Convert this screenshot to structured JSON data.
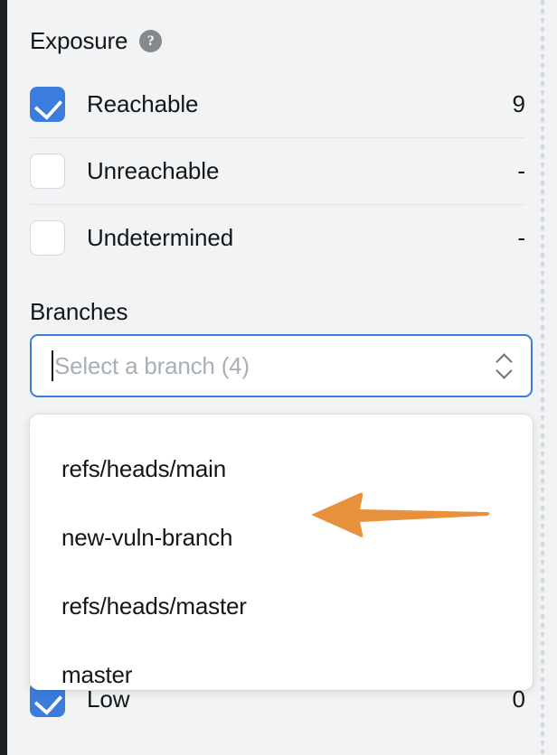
{
  "panel": {
    "exposure": {
      "title": "Exposure",
      "help_icon": "question-mark-icon",
      "rows": [
        {
          "label": "Reachable",
          "count": "9",
          "checked": true
        },
        {
          "label": "Unreachable",
          "count": "-",
          "checked": false
        },
        {
          "label": "Undetermined",
          "count": "-",
          "checked": false
        }
      ]
    },
    "branches": {
      "label": "Branches",
      "combobox": {
        "value": "",
        "placeholder": "Select a branch (4)",
        "selector_icon": "chevron-up-down-icon",
        "focused": true
      },
      "dropdown": {
        "options": [
          "refs/heads/main",
          "new-vuln-branch",
          "refs/heads/master",
          "master"
        ]
      }
    },
    "severity_row_behind": {
      "label": "Low",
      "count": "0",
      "checked": true
    }
  },
  "annotation": {
    "arrow": {
      "name": "orange-pointer-arrow",
      "direction": "left",
      "color": "#e8913c",
      "points_at": "new-vuln-branch"
    }
  },
  "colors": {
    "background": "#f1f3f4",
    "accent_blue": "#3b7ddd",
    "text": "#14171a",
    "placeholder": "#a9afb6",
    "divider": "#e2e5e8",
    "rail_dark": "#1c2024",
    "annotation_orange": "#e8913c"
  }
}
